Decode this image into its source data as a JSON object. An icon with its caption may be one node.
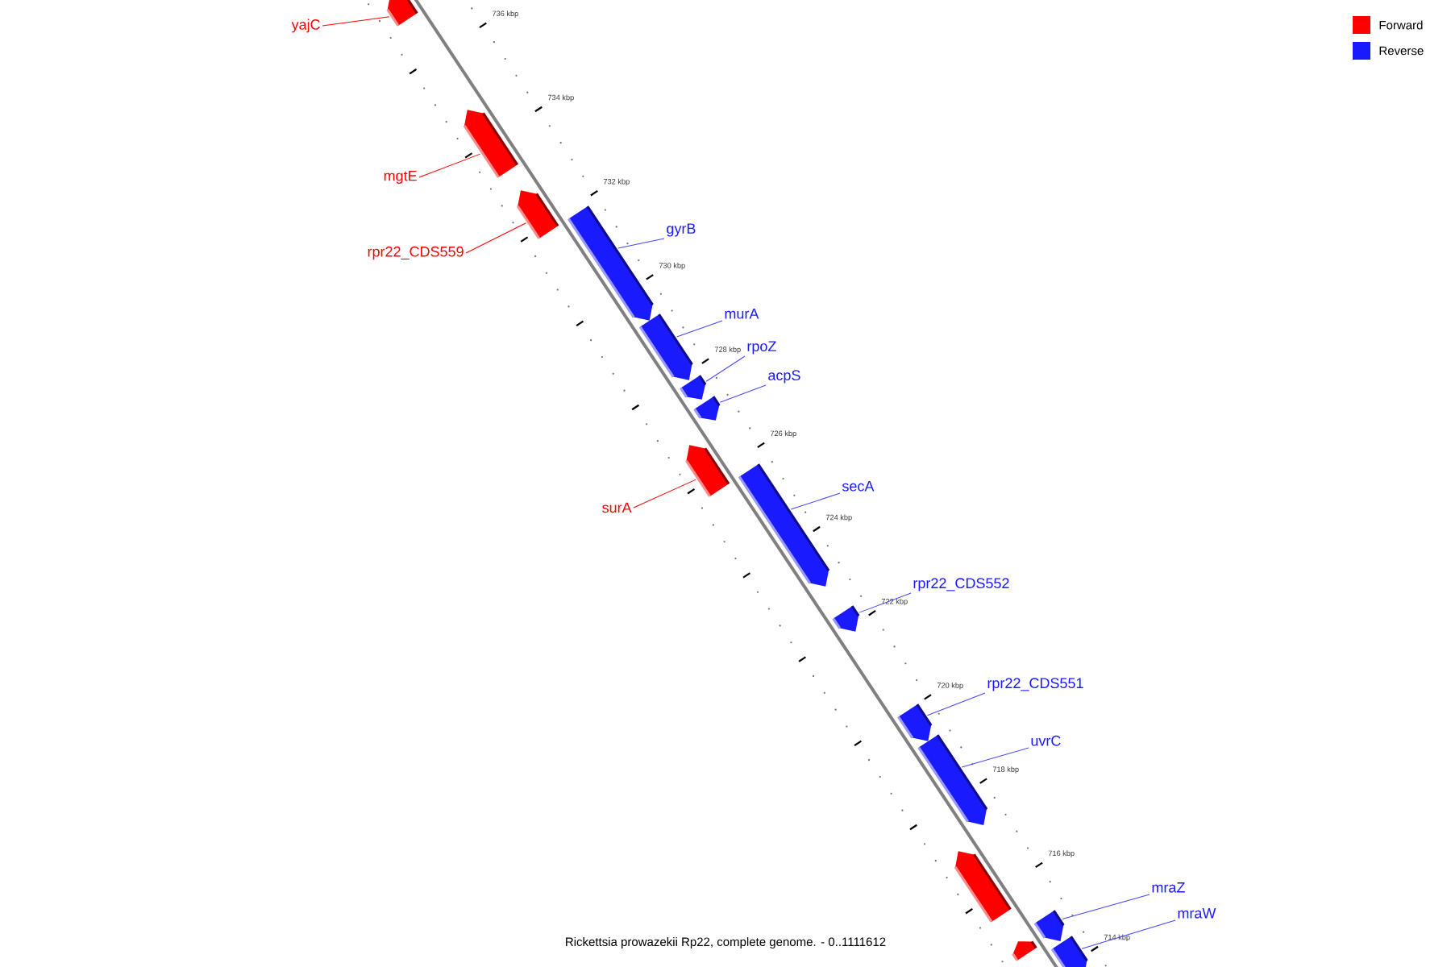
{
  "diagram": {
    "caption": "Rickettsia prowazekii Rp22, complete genome. - 0..1111612",
    "nodes": [
      {
        "text": [
          "yajC"
        ]
      },
      {
        "text": [],
        "shape": "arrow"
      },
      {
        "text": [
          "mgtE"
        ]
      },
      {
        "text": [],
        "shape": "arrow"
      },
      {
        "text": [
          "rpr22_CDS559"
        ]
      },
      {
        "text": [],
        "shape": "arrow"
      },
      {
        "text": [
          "gyrB"
        ]
      },
      {
        "text": [],
        "shape": "arrow"
      },
      {
        "text": [
          "murA"
        ]
      },
      {
        "text": [],
        "shape": "arrow"
      },
      {
        "text": [
          "rpoZ"
        ]
      },
      {
        "text": [],
        "shape": "arrow"
      },
      {
        "text": [
          "acpS"
        ]
      },
      {
        "text": [],
        "shape": "arrow"
      },
      {
        "text": [
          "surA"
        ]
      },
      {
        "text": [],
        "shape": "arrow"
      },
      {
        "text": [
          "secA"
        ]
      },
      {
        "text": [],
        "shape": "arrow"
      },
      {
        "text": [
          "rpr22_CDS552"
        ]
      },
      {
        "text": [],
        "shape": "arrow"
      },
      {
        "text": [
          "rpr22_CDS551"
        ]
      },
      {
        "text": [],
        "shape": "arrow"
      },
      {
        "text": [
          "uvrC"
        ]
      },
      {
        "text": [],
        "shape": "arrow"
      },
      {
        "text": [],
        "shape": "arrow"
      },
      {
        "text": [],
        "shape": "arrow"
      },
      {
        "text": [
          "mraZ"
        ]
      },
      {
        "text": [],
        "shape": "arrow"
      },
      {
        "text": [
          "mraW"
        ]
      },
      {
        "text": [],
        "shape": "arrow"
      }
    ],
    "edges": [
      {
        "from": 0,
        "to": 1,
        "arrow": "none",
        "color": "#ff0000"
      },
      {
        "from": 2,
        "to": 3,
        "arrow": "none",
        "color": "#ff0000"
      },
      {
        "from": 4,
        "to": 5,
        "arrow": "none",
        "color": "#ff0000"
      },
      {
        "from": 6,
        "to": 7,
        "arrow": "none"
      },
      {
        "from": 8,
        "to": 9,
        "arrow": "none"
      },
      {
        "from": 10,
        "to": 11,
        "arrow": "none"
      },
      {
        "from": 12,
        "to": 13,
        "arrow": "none"
      },
      {
        "from": 14,
        "to": 15,
        "arrow": "none",
        "color": "#ff0000"
      },
      {
        "from": 16,
        "to": 17,
        "arrow": "none"
      },
      {
        "from": 18,
        "to": 19,
        "arrow": "none"
      },
      {
        "from": 20,
        "to": 21,
        "arrow": "none"
      },
      {
        "from": 22,
        "to": 23,
        "arrow": "none"
      },
      {
        "from": 26,
        "to": 27,
        "arrow": "none"
      },
      {
        "from": 28,
        "to": 29,
        "arrow": "none"
      }
    ],
    "labels": [
      "736 kbp",
      "734 kbp",
      "732 kbp",
      "730 kbp",
      "728 kbp",
      "726 kbp",
      "724 kbp",
      "722 kbp",
      "720 kbp",
      "718 kbp",
      "716 kbp",
      "714 kbp"
    ],
    "legend": [
      {
        "text": "Forward",
        "color": "#ff0000"
      },
      {
        "text": "Reverse",
        "color": "#1a1aff"
      }
    ]
  }
}
